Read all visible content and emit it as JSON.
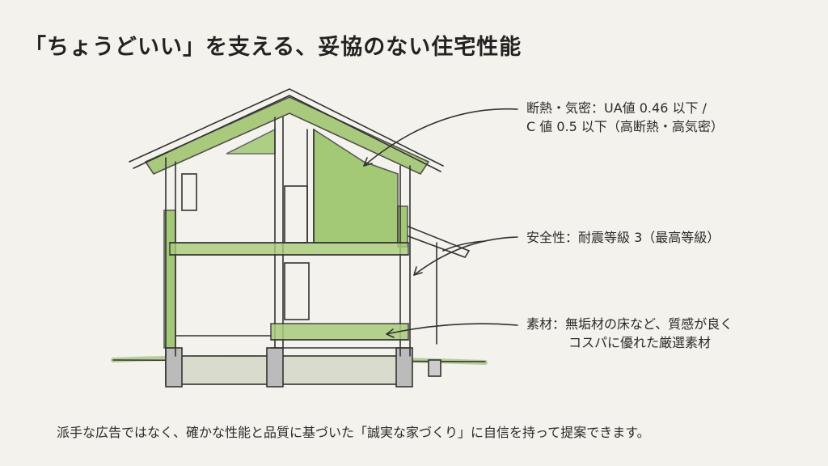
{
  "title": "「ちょうどいい」を支える、妥協のない住宅性能",
  "annotations": {
    "insulation": {
      "line1": "断熱・気密：UA値 0.46 以下 /",
      "line2": "C 値 0.5 以下（高断熱・高気密）"
    },
    "safety": {
      "line1": "安全性：耐震等級 3（最高等級）"
    },
    "materials": {
      "line1": "素材：無垢材の床など、質感が良く",
      "line2": "コスパに優れた厳選素材"
    }
  },
  "footer": "派手な広告ではなく、確かな性能と品質に基づいた「誠実な家づくり」に自信を持って提案できます。",
  "colors": {
    "background": "#f4f2ec",
    "insulation_green": "#8fbf5a",
    "ink": "#2a2a2a"
  }
}
